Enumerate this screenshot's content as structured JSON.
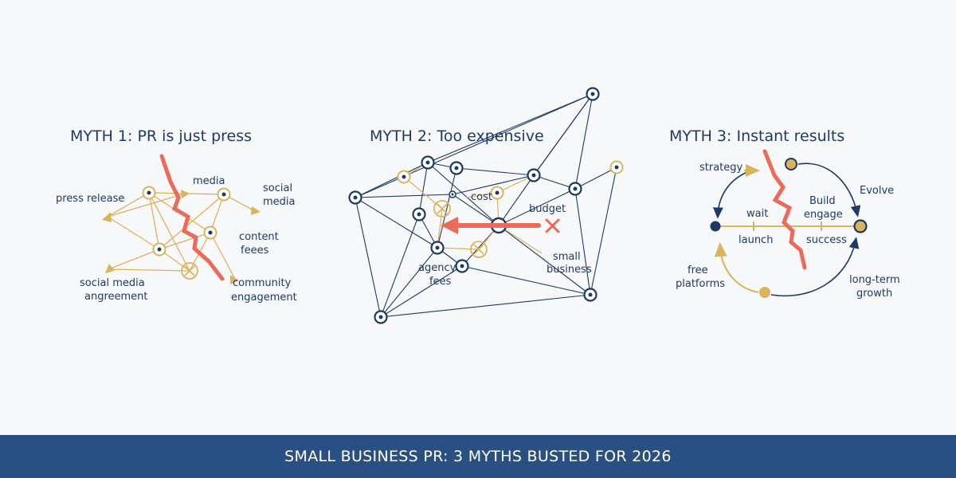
{
  "colors": {
    "navy": "#1e3a63",
    "gold": "#d9b45c",
    "red": "#ec6a5a",
    "banner": "#2a4f82",
    "background": "#f7f8fa"
  },
  "myth1": {
    "title": "MYTH 1: PR is just press",
    "labels": {
      "press_release": "press release",
      "media": "media",
      "social_media": [
        "social",
        "media"
      ],
      "content_fees": [
        "content",
        "feees"
      ],
      "social_media_engagement": [
        "social media",
        "angreement"
      ],
      "community_engagement": [
        "community",
        "engagement"
      ]
    }
  },
  "myth2": {
    "title": "MYTH 2: Too expensive",
    "labels": {
      "cost": "cost",
      "budget": "budget",
      "agency_fees": [
        "agency",
        "fees"
      ],
      "small_business": [
        "small",
        "business"
      ]
    }
  },
  "myth3": {
    "title": "MYTH 3: Instant results",
    "labels": {
      "strategy": "strategy",
      "evolve": "Evolve",
      "build_engage": [
        "Build",
        "engage"
      ],
      "wait": "wait",
      "launch": "launch",
      "success": "success",
      "free_platforms": [
        "free",
        "platforms"
      ],
      "long_term_growth": [
        "long-term",
        "growth"
      ]
    }
  },
  "banner": {
    "title": "SMALL BUSINESS PR: 3 MYTHS BUSTED FOR 2026"
  }
}
